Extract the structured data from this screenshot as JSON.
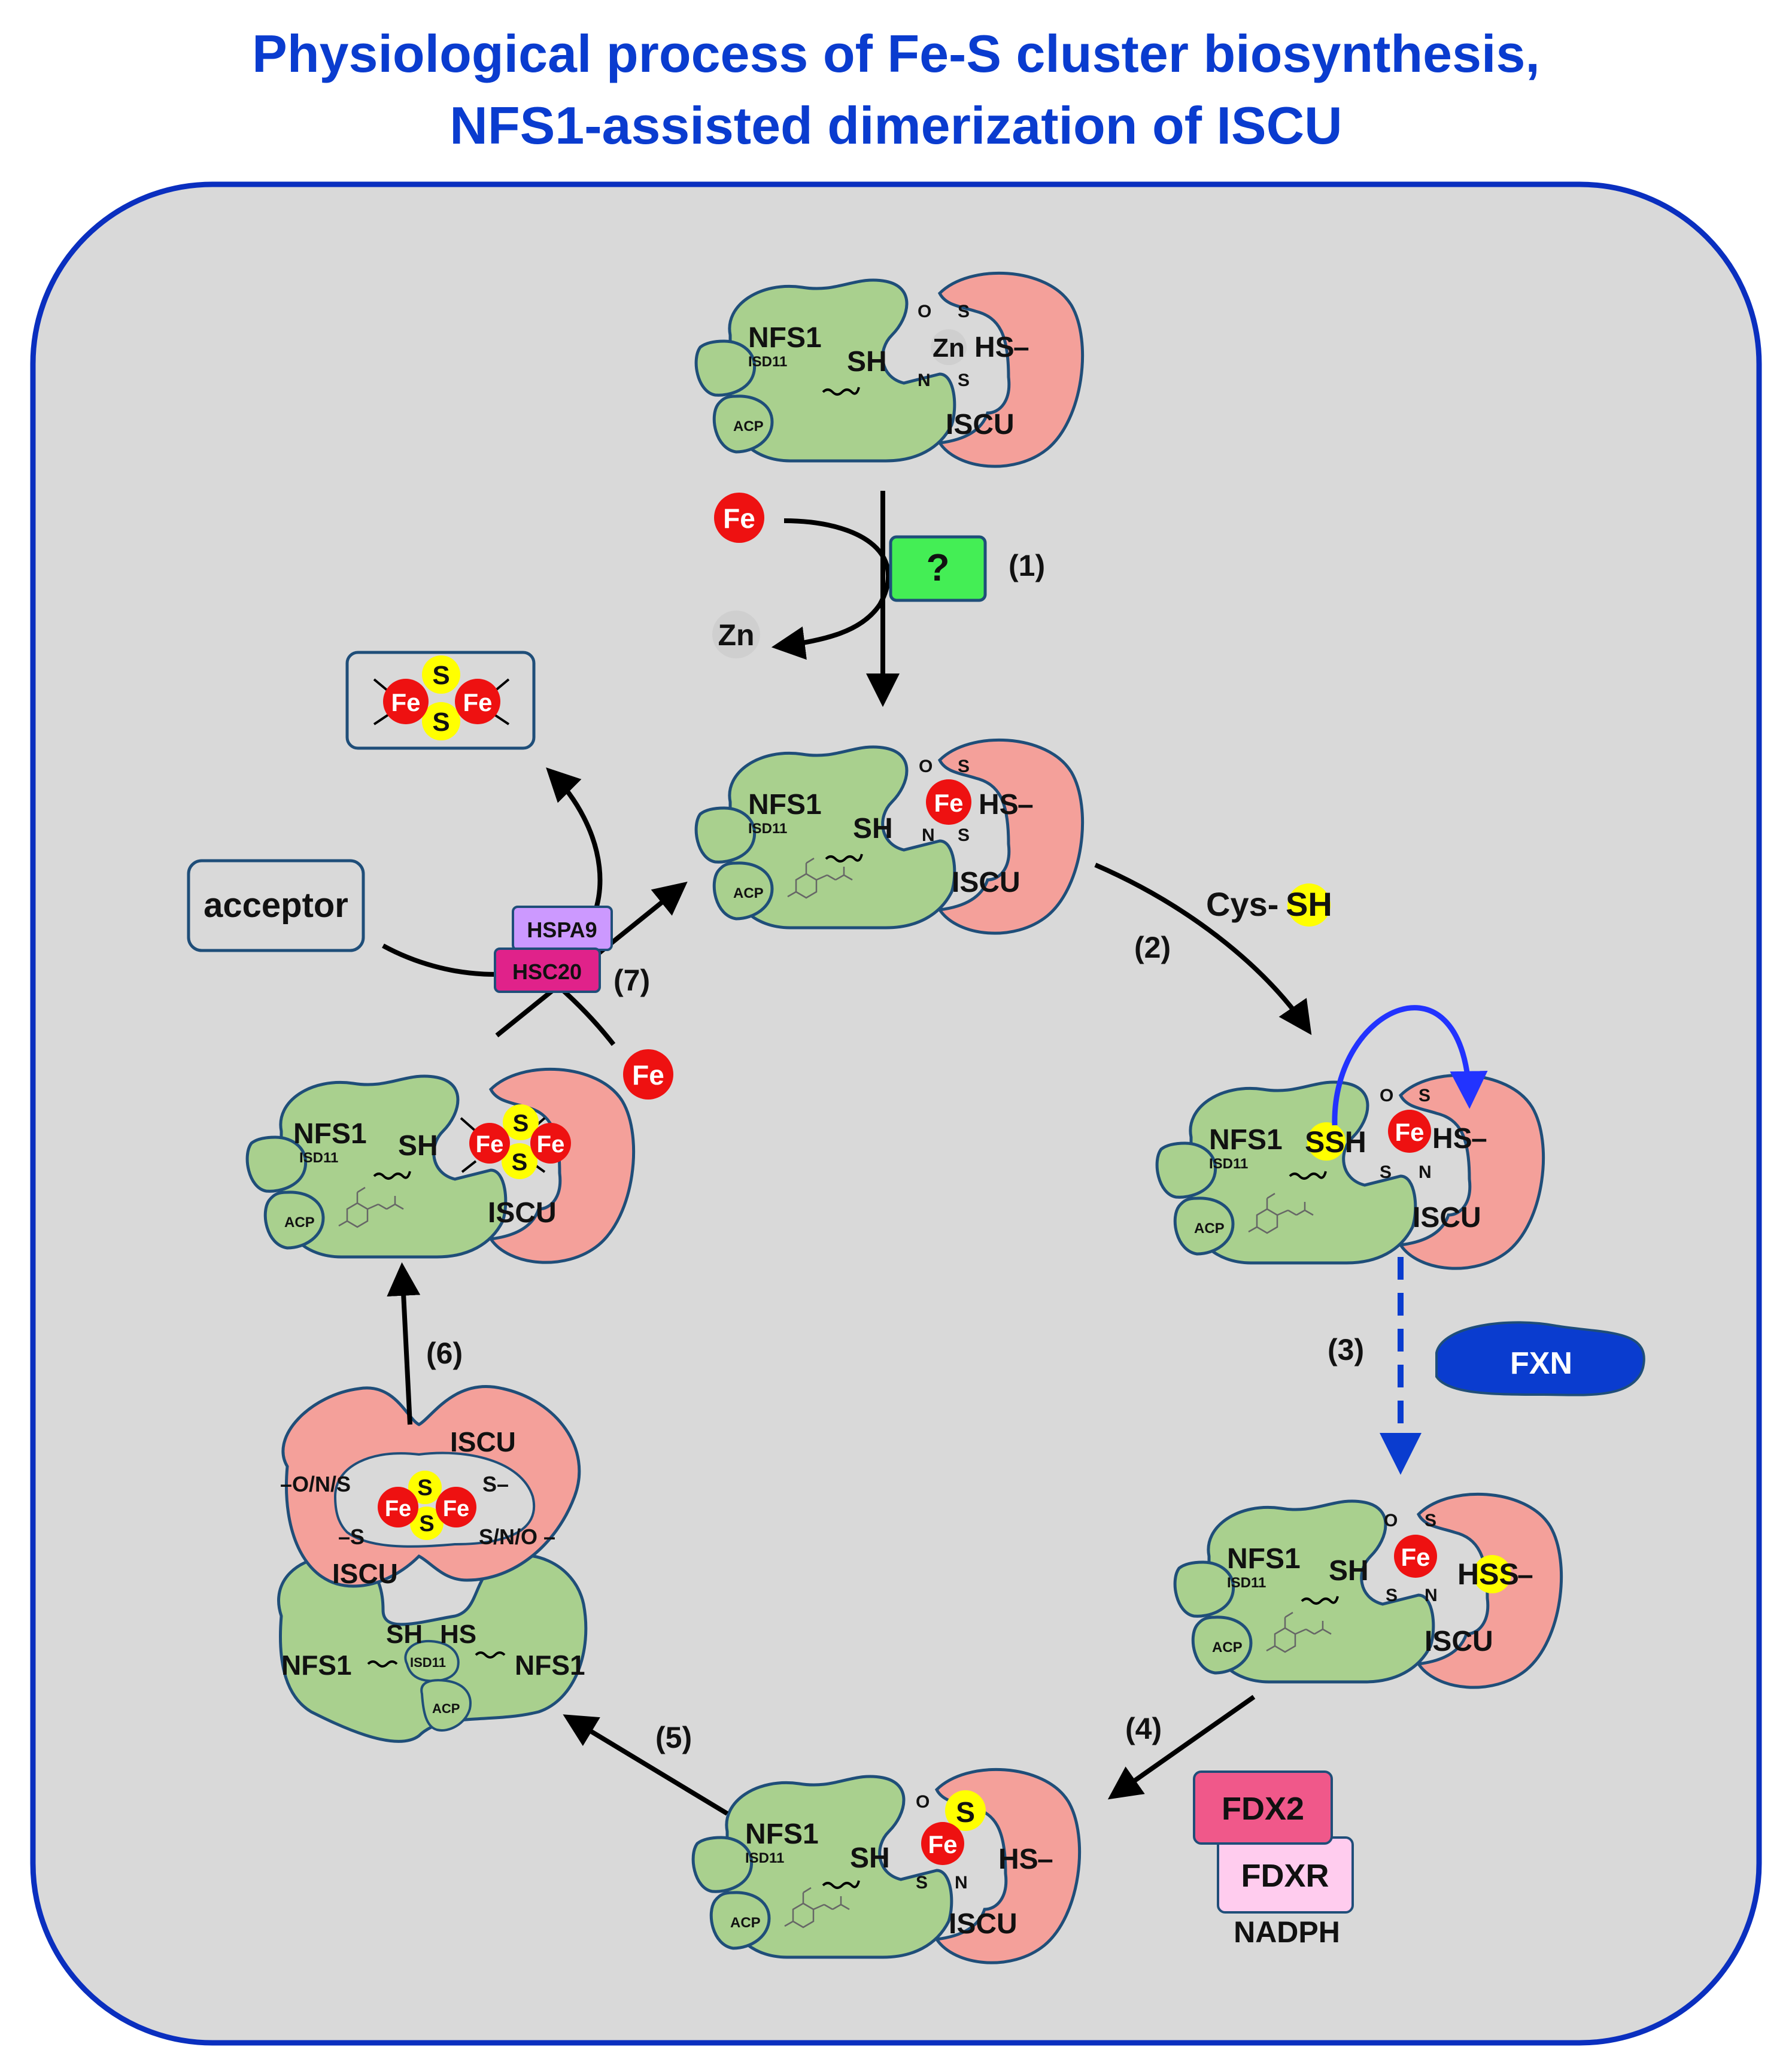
{
  "title": {
    "line1": "Physiological process of Fe-S cluster biosynthesis,",
    "line2": "NFS1-assisted dimerization of ISCU"
  },
  "colors": {
    "cell_background": "#d9d9d9",
    "cell_border": "#0a2fbf",
    "nfs1_green": "#a9d08e",
    "iscu_pink": "#f4a09a",
    "iron_red": "#ee1111",
    "sulfur_yellow": "#ffff00",
    "zinc_grey": "#cfcfcf",
    "unknown_factor_green": "#44ee55",
    "fxn_blue": "#0a3ccf",
    "hspa9_violet": "#cc99ff",
    "hsc20_magenta": "#e0228a",
    "fdx2_pink": "#f0588a",
    "fdxr_pink": "#ffccee",
    "regeneration_arrow_blue": "#2233ff"
  },
  "labels": {
    "nfs1": "NFS1",
    "iscu": "ISCU",
    "isd11": "ISD11",
    "acp": "ACP",
    "sh": "SH",
    "hs": "HS",
    "ssh": "SSH",
    "hss": "HSS",
    "fe": "Fe",
    "zn": "Zn",
    "s": "S",
    "o": "O",
    "n": "N",
    "bond_dash": "–",
    "dimer_left_ligand": "–O/N/S",
    "dimer_right_ligand": "S/N/O –",
    "dimer_s_dash_top": "S–",
    "dimer_s_dash_bottom": "–S"
  },
  "factors": {
    "unknown": "?",
    "fxn": "FXN",
    "hspa9": "HSPA9",
    "hsc20": "HSC20",
    "fdx2": "FDX2",
    "fdxr": "FDXR",
    "nadph": "NADPH",
    "acceptor": "acceptor",
    "cys_prefix": "Cys-",
    "cys_sh": "SH"
  },
  "steps": {
    "s1": "(1)",
    "s2": "(2)",
    "s3": "(3)",
    "s4": "(4)",
    "s5": "(5)",
    "s6": "(6)",
    "s7": "(7)"
  },
  "icons": {
    "plp": "pyridoxal-phosphate-structure-icon",
    "lipoyl": "wavy-linker-icon"
  }
}
